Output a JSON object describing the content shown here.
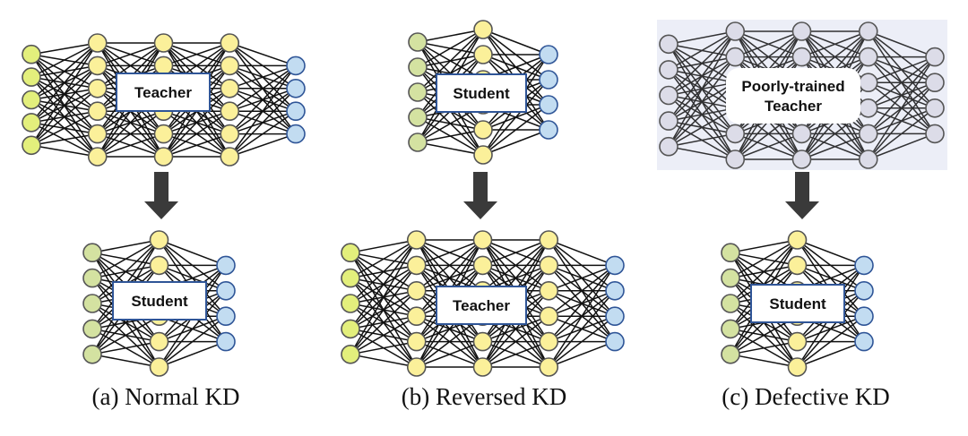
{
  "colors": {
    "input_yellow_green": "#e3ef7c",
    "input_green": "#d4e2a1",
    "hidden_yellow": "#fbf09a",
    "output_blue": "#c2dcf1",
    "poor_input": "#dcdce8",
    "poor_hidden": "#dcdce8",
    "poor_output": "#dcdce8",
    "poor_background": "#eceef7",
    "label_border": "#2f5597",
    "arrow": "#3a3a3a",
    "edge": "#111111"
  },
  "panels": [
    {
      "id": "a",
      "caption": "(a)  Normal KD",
      "top_label": "Teacher",
      "bottom_label": "Student",
      "top_net": "teacher",
      "bottom_net": "student",
      "top_faded": false
    },
    {
      "id": "b",
      "caption": "(b)  Reversed KD",
      "top_label": "Student",
      "bottom_label": "Teacher",
      "top_net": "student",
      "bottom_net": "teacher",
      "top_faded": false
    },
    {
      "id": "c",
      "caption": "(c)  Defective KD",
      "top_label": "Poorly-trained\nTeacher",
      "bottom_label": "Student",
      "top_net": "teacher",
      "bottom_net": "student",
      "top_faded": true
    }
  ],
  "network_shapes": {
    "teacher": {
      "layers": [
        5,
        6,
        6,
        6,
        4
      ],
      "roles": [
        "input",
        "hidden",
        "hidden",
        "hidden",
        "output"
      ]
    },
    "student": {
      "layers": [
        5,
        6,
        4
      ],
      "roles": [
        "input",
        "hidden",
        "output"
      ]
    }
  }
}
